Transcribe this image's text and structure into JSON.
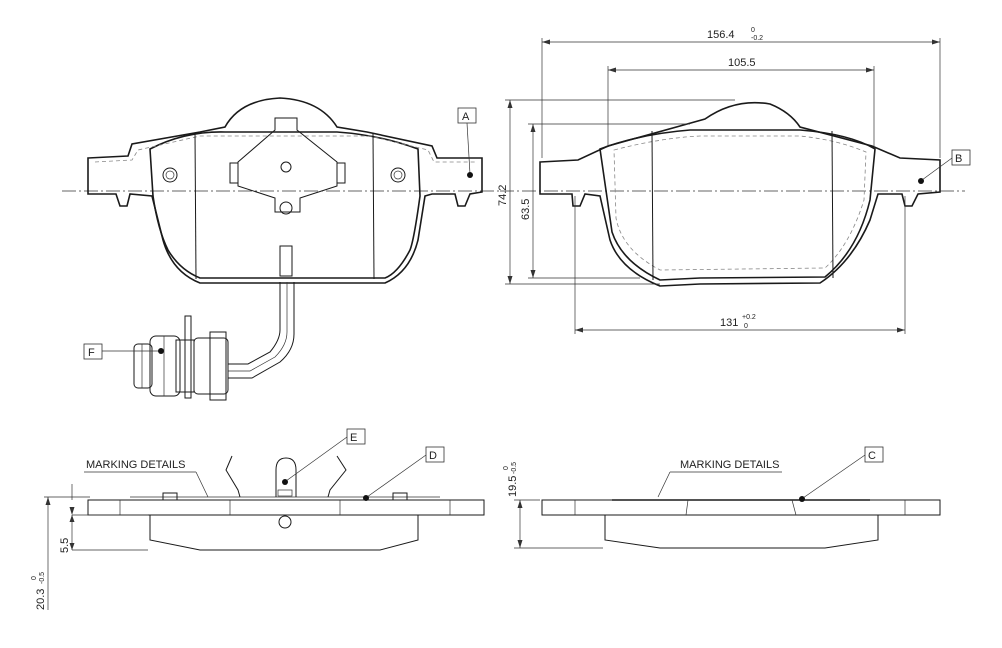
{
  "labels": {
    "a": "A",
    "b": "B",
    "c": "C",
    "d": "D",
    "e": "E",
    "f": "F"
  },
  "dimensions": {
    "width_total_main": "156.4",
    "width_total_tol_upper": "0",
    "width_total_tol_lower": "-0.2",
    "width_inner": "105.5",
    "height_total": "74.2",
    "height_inner": "63.5",
    "width_lower_main": "131",
    "width_lower_tol_upper": "+0.2",
    "width_lower_tol_lower": "0",
    "thickness_left_main": "20.3",
    "thickness_left_tol_upper": "0",
    "thickness_left_tol_lower": "-0.5",
    "backplate_thickness": "5.5",
    "thickness_right_main": "19.5",
    "thickness_right_tol_upper": "0",
    "thickness_right_tol_lower": "-0.5"
  },
  "notes": {
    "marking_left": "MARKING DETAILS",
    "marking_right": "MARKING DETAILS"
  }
}
